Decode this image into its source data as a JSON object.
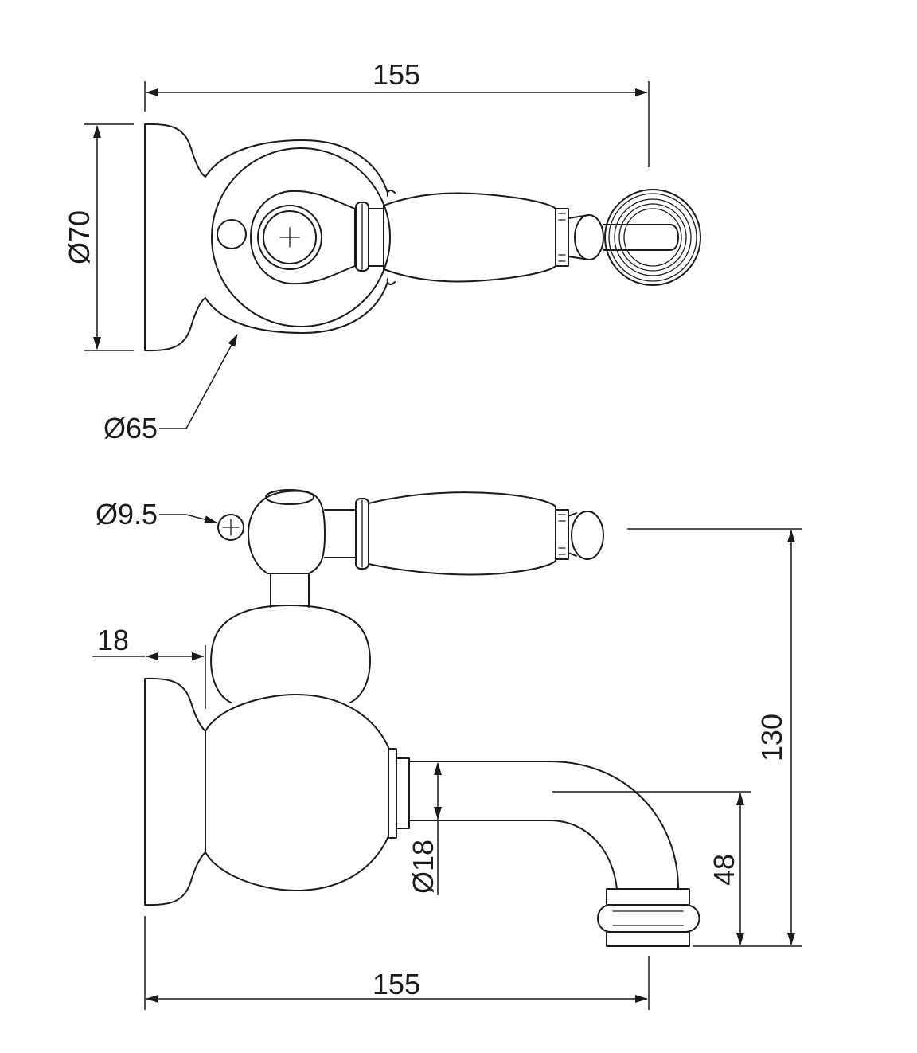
{
  "dimensions": {
    "top_width": "155",
    "top_depth": "Ø70",
    "rosette": "Ø65",
    "spindle": "Ø9.5",
    "wall_offset": "18",
    "height": "130",
    "spout_diameter": "Ø18",
    "spout_drop": "48",
    "bottom_width": "155"
  }
}
